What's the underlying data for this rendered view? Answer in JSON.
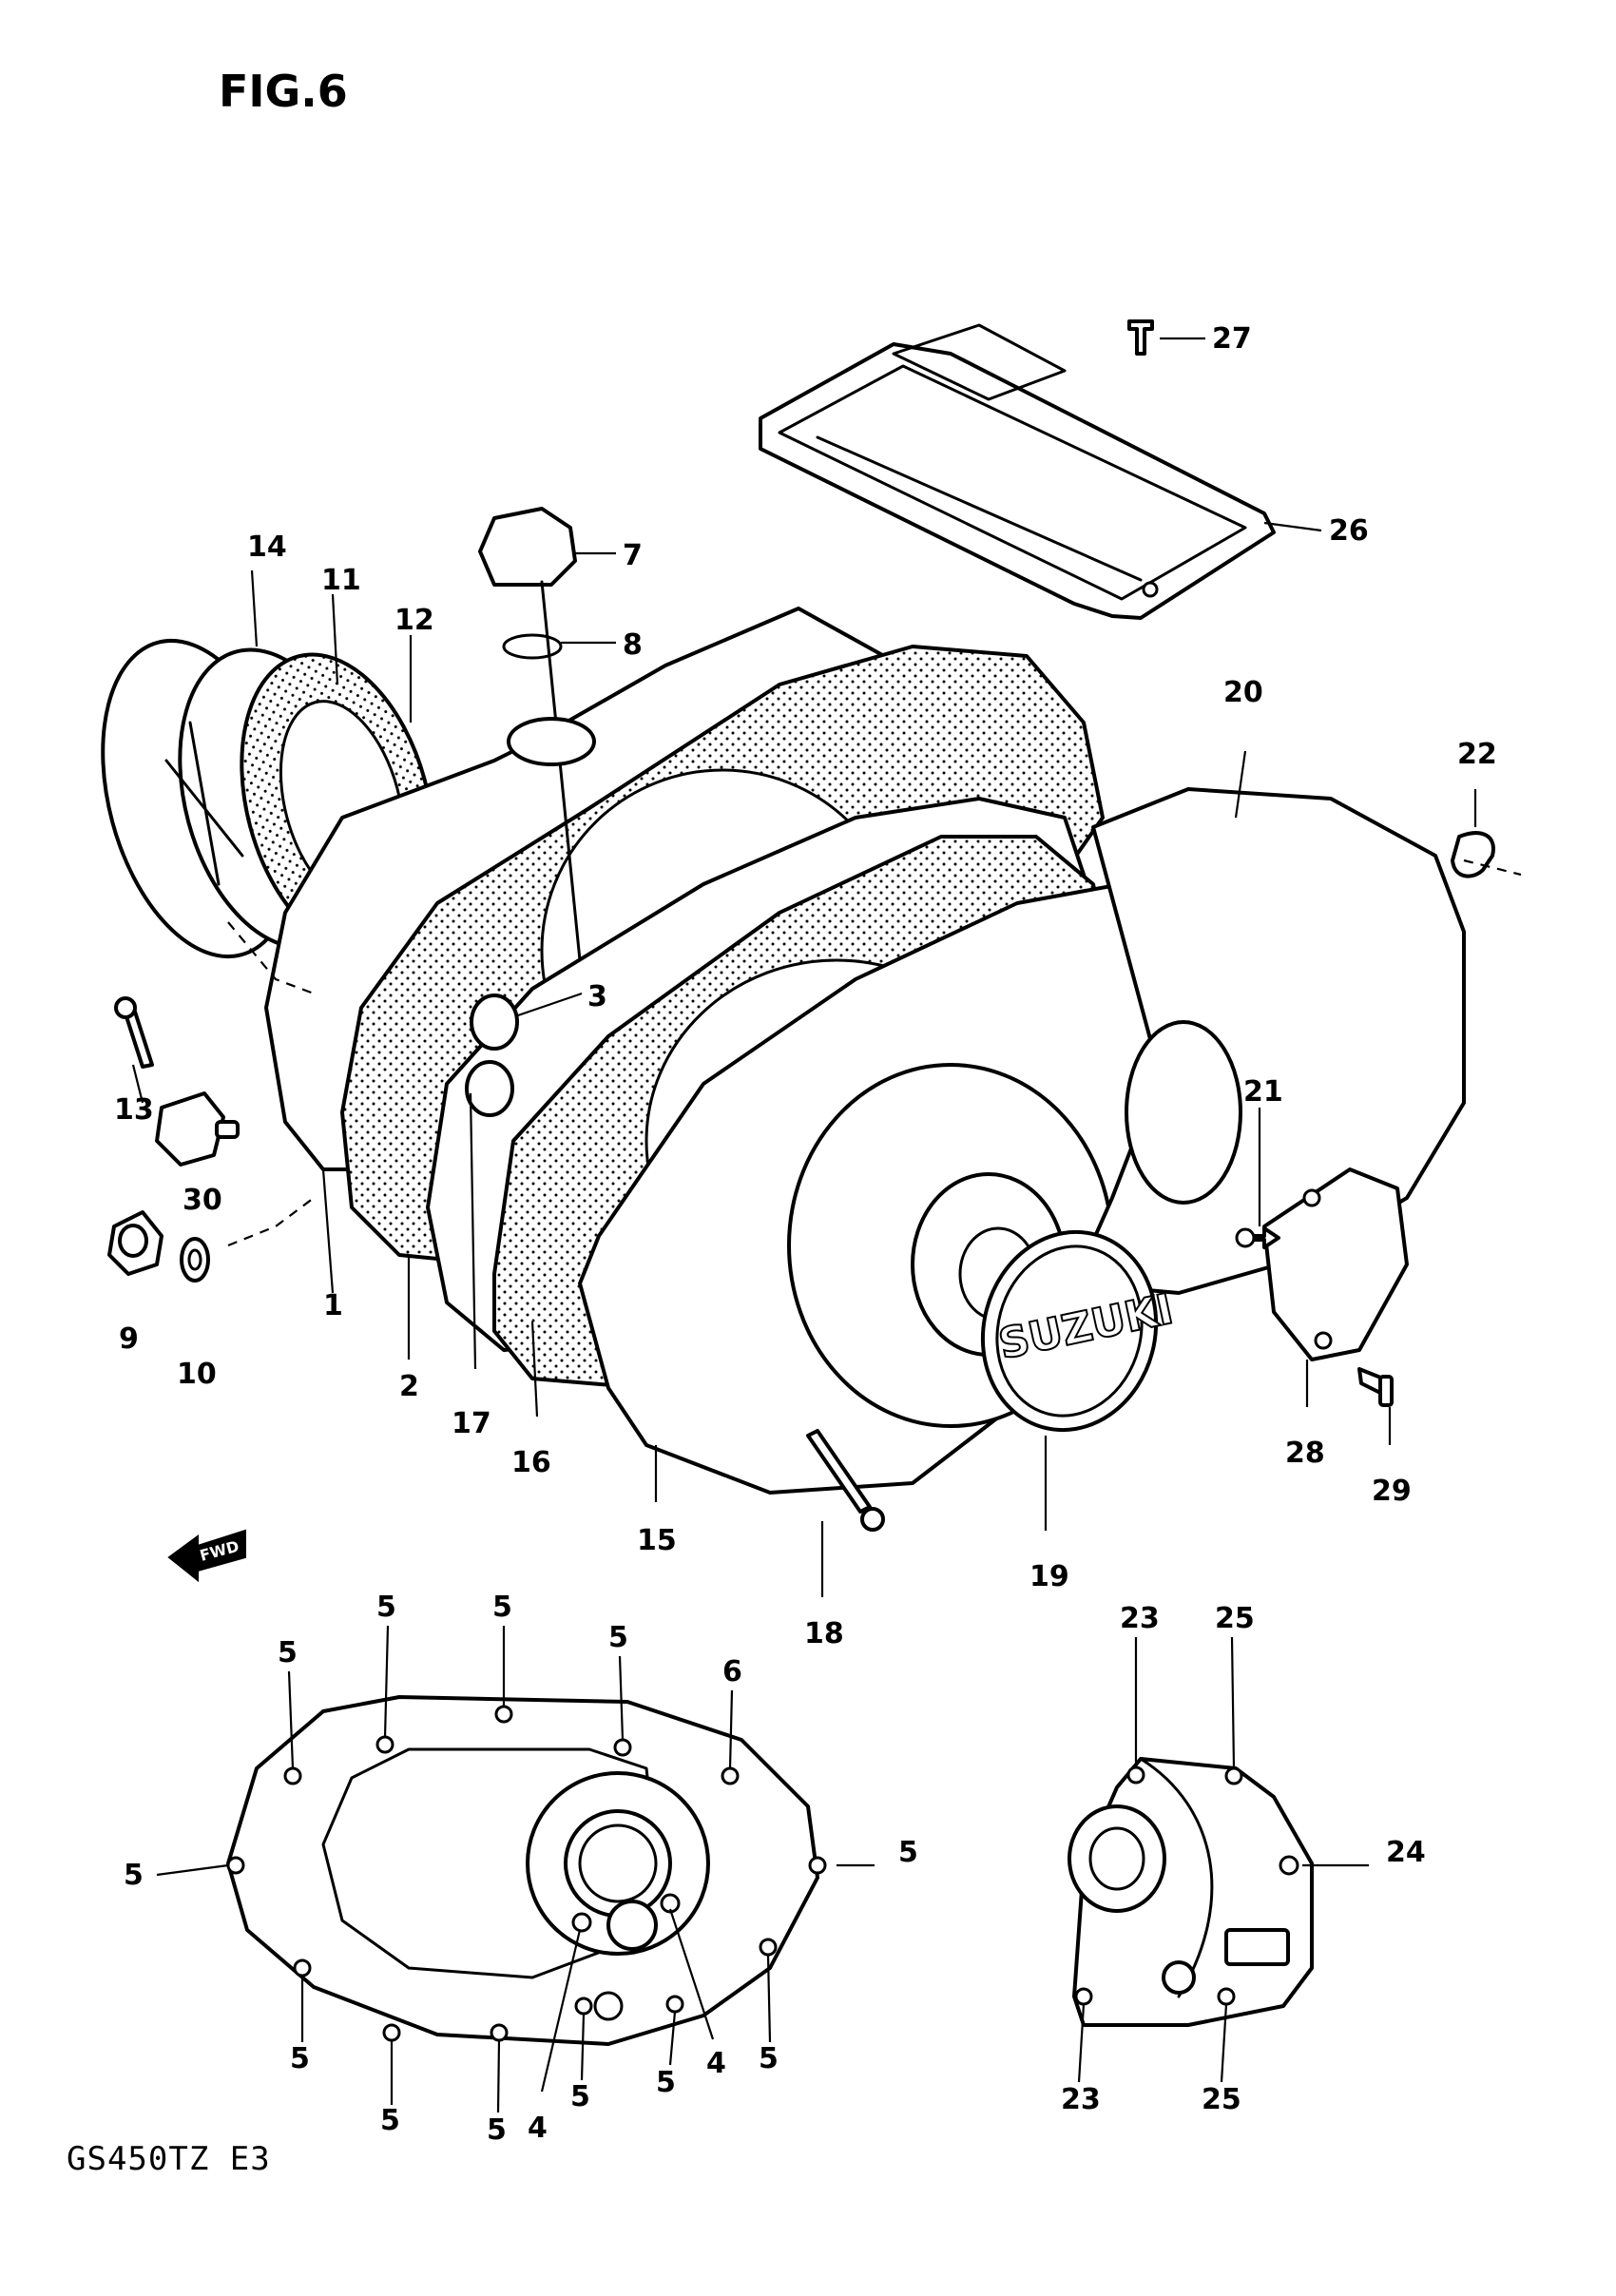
{
  "figure_title": "FIG.6",
  "footer_code": "GS450TZ E3",
  "forward_label": "FWD",
  "brand_badge_text": "SUZUKI",
  "parts": {
    "p1": "1",
    "p2": "2",
    "p3": "3",
    "p4": "4",
    "p5": "5",
    "p6": "6",
    "p7": "7",
    "p8": "8",
    "p9": "9",
    "p10": "10",
    "p11": "11",
    "p12": "12",
    "p13": "13",
    "p14": "14",
    "p15": "15",
    "p16": "16",
    "p17": "17",
    "p18": "18",
    "p19": "19",
    "p20": "20",
    "p21": "21",
    "p22": "22",
    "p23": "23",
    "p24": "24",
    "p25": "25",
    "p26": "26",
    "p27": "27",
    "p28": "28",
    "p29": "29",
    "p30": "30"
  }
}
